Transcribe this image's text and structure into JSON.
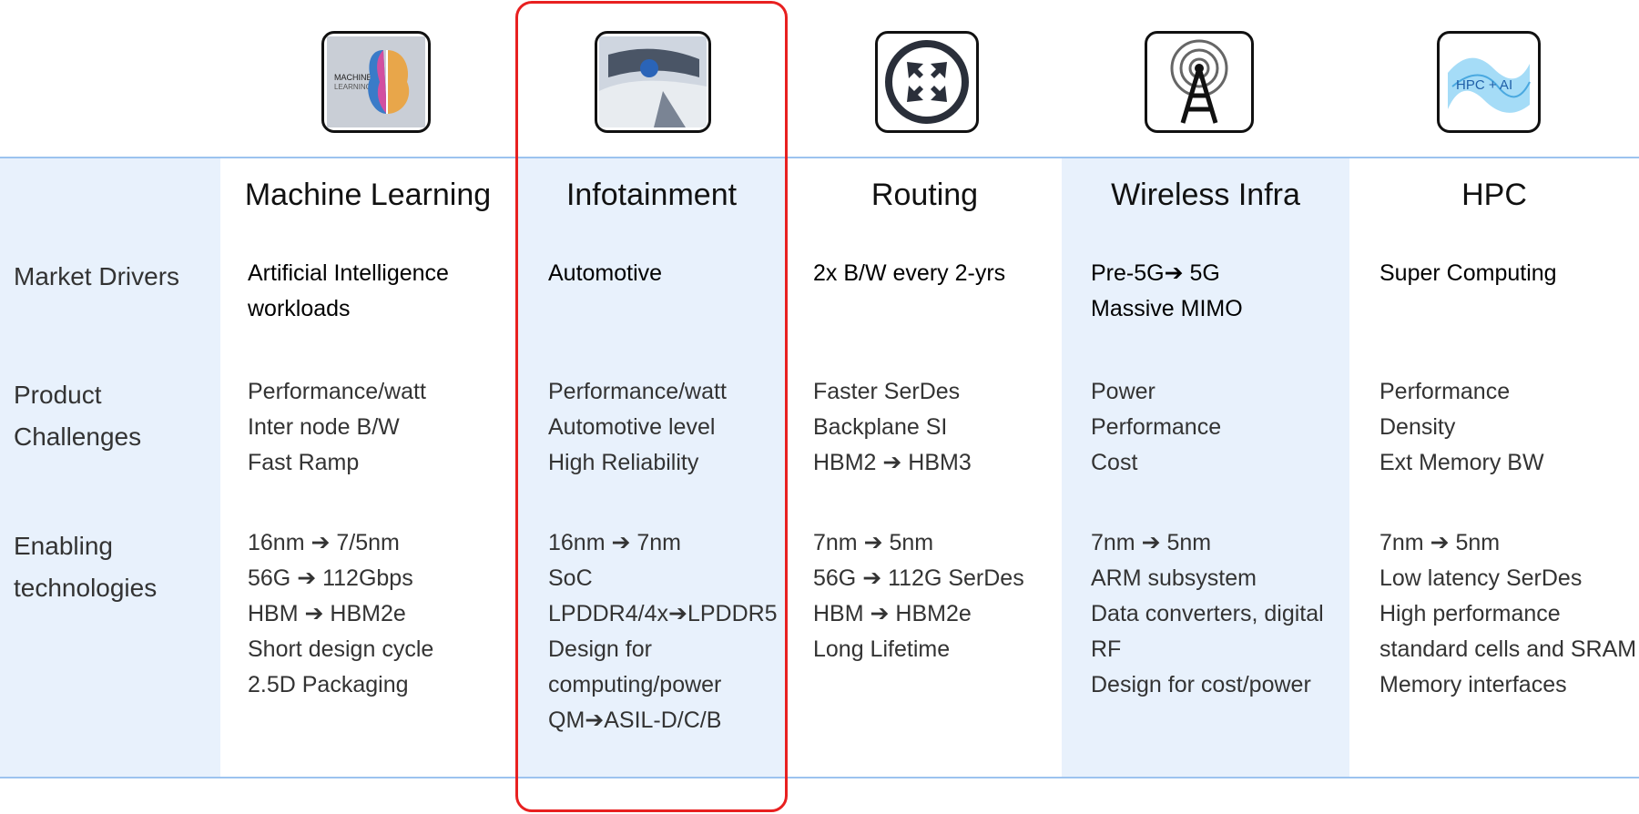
{
  "row_labels": {
    "drivers": "Market Drivers",
    "challenges_1": "Product",
    "challenges_2": "Challenges",
    "enabling_1": "Enabling",
    "enabling_2": "technologies"
  },
  "columns": [
    {
      "title": "Machine Learning",
      "icon": "machine-learning-brain",
      "icon_text_1": "MACHINE",
      "icon_text_2": "LEARNING",
      "drivers": [
        "Artificial Intelligence",
        "workloads"
      ],
      "challenges": [
        "Performance/watt",
        "Inter node B/W",
        "Fast Ramp"
      ],
      "enabling": [
        "16nm ➔ 7/5nm",
        "56G ➔ 112Gbps",
        "HBM ➔ HBM2e",
        "Short design cycle",
        "2.5D Packaging"
      ]
    },
    {
      "title": "Infotainment",
      "icon": "car-interior",
      "drivers": [
        "Automotive"
      ],
      "challenges": [
        "Performance/watt",
        "Automotive level",
        "High Reliability"
      ],
      "enabling": [
        "16nm ➔ 7nm",
        "SoC",
        "LPDDR4/4x➔LPDDR5",
        "Design for",
        "computing/power",
        "QM➔ASIL-D/C/B"
      ]
    },
    {
      "title": "Routing",
      "icon": "routing-arrows",
      "drivers": [
        "2x B/W every 2-yrs"
      ],
      "challenges": [
        "Faster SerDes",
        "Backplane SI",
        "HBM2 ➔ HBM3"
      ],
      "enabling": [
        "7nm ➔ 5nm",
        "56G ➔ 112G SerDes",
        "HBM ➔ HBM2e",
        "Long Lifetime"
      ]
    },
    {
      "title": "Wireless Infra",
      "icon": "radio-tower",
      "drivers": [
        "Pre-5G➔ 5G",
        "Massive MIMO"
      ],
      "challenges": [
        "Power",
        "Performance",
        "Cost"
      ],
      "enabling": [
        "7nm ➔ 5nm",
        "ARM subsystem",
        "Data converters, digital",
        "RF",
        "Design for cost/power"
      ]
    },
    {
      "title": "HPC",
      "icon": "hpc-ai",
      "icon_text_1": "HPC + AI",
      "drivers": [
        "Super Computing"
      ],
      "challenges": [
        "Performance",
        "Density",
        "Ext Memory BW"
      ],
      "enabling": [
        "7nm ➔ 5nm",
        "Low latency SerDes",
        "High performance",
        "standard cells and SRAM",
        "Memory interfaces"
      ]
    }
  ],
  "colors": {
    "band": "#e8f1fc",
    "rule": "#9cc3ef",
    "highlight": "#e82020"
  }
}
